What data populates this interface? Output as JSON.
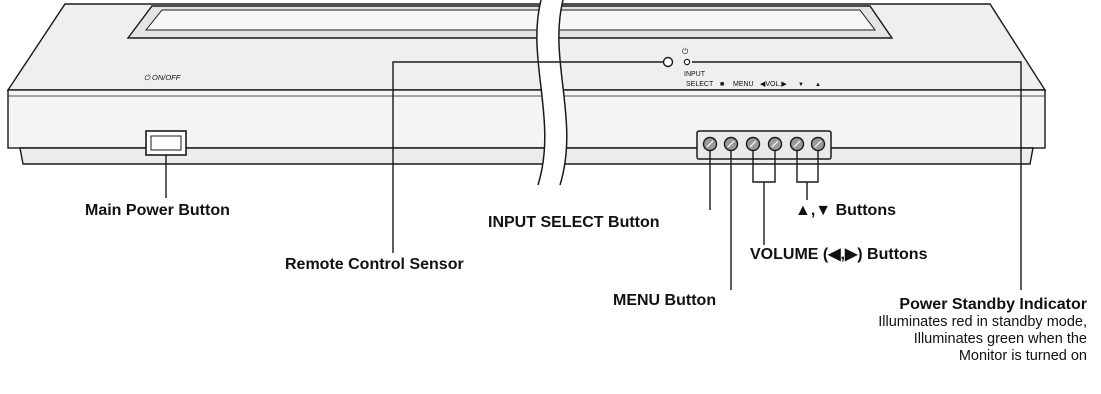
{
  "device": {
    "onoff_label": "⏻ ON/OFF",
    "panel_labels": {
      "input": "INPUT",
      "select": "SELECT",
      "stop_symbol": "■",
      "menu": "MENU",
      "vol": "◀VOL.▶",
      "down": "▼",
      "up": "▲",
      "power_symbol": "⏻"
    }
  },
  "callouts": {
    "main_power": "Main Power Button",
    "input_select": "INPUT SELECT Button",
    "up_down": "▲,▼ Buttons",
    "remote_sensor": "Remote Control Sensor",
    "volume": "VOLUME (◀,▶) Buttons",
    "menu": "MENU Button",
    "power_standby": "Power Standby Indicator"
  },
  "standby_description": {
    "line1": "Illuminates red in standby mode,",
    "line2": "Illuminates green when the",
    "line3": "Monitor is turned on"
  },
  "colors": {
    "line": "#1a1a1a",
    "button_fill": "#9a9a9a",
    "panel_fill": "#e9e9e9",
    "face_fill": "#f4f4f4"
  }
}
